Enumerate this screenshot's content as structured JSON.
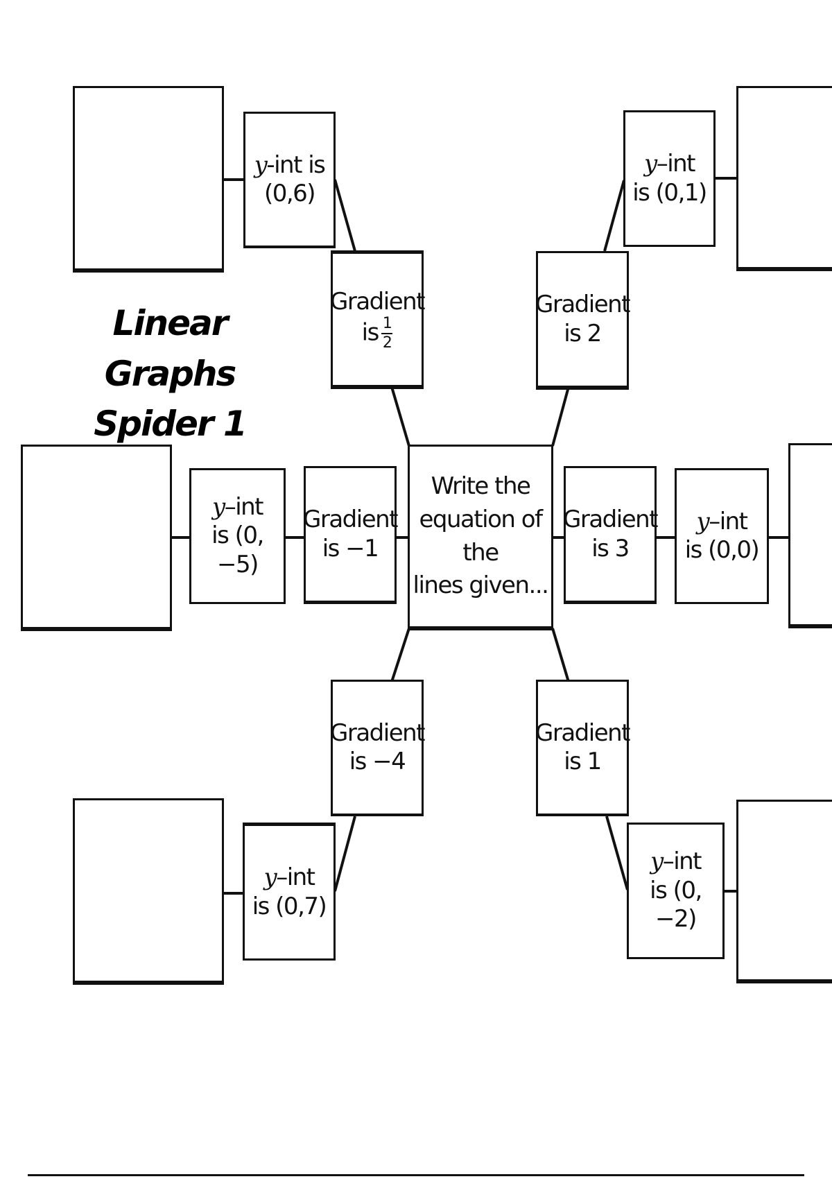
{
  "title": {
    "line1": "Linear Graphs",
    "line2": "Spider 1"
  },
  "center": {
    "line1": "Write the",
    "line2": "equation of the",
    "line3": "lines given..."
  },
  "clues": {
    "top_left_yint": {
      "line1_var": "y",
      "line1_rest": "-int is",
      "line2": "(0,6)"
    },
    "top_left_gradient": {
      "line1": "Gradient",
      "line2": "is",
      "frac_num": "1",
      "frac_den": "2"
    },
    "top_right_yint": {
      "line1_var": "y",
      "line1_rest": "–int",
      "line2": "is (0,1)"
    },
    "top_right_gradient": {
      "line1": "Gradient",
      "line2": "is 2"
    },
    "mid_left_yint": {
      "line1_var": "y",
      "line1_rest": "–int",
      "line2": "is (0, −5)"
    },
    "mid_left_gradient": {
      "line1": "Gradient",
      "line2": "is −1"
    },
    "mid_right_gradient": {
      "line1": "Gradient",
      "line2": "is 3"
    },
    "mid_right_yint": {
      "line1_var": "y",
      "line1_rest": "–int",
      "line2": "is (0,0)"
    },
    "bottom_left_gradient": {
      "line1": "Gradient",
      "line2": "is −4"
    },
    "bottom_left_yint": {
      "line1_var": "y",
      "line1_rest": "–int",
      "line2": "is (0,7)"
    },
    "bottom_right_gradient": {
      "line1": "Gradient",
      "line2": "is 1"
    },
    "bottom_right_yint": {
      "line1_var": "y",
      "line1_rest": "–int",
      "line2": "is (0, −2)"
    }
  }
}
